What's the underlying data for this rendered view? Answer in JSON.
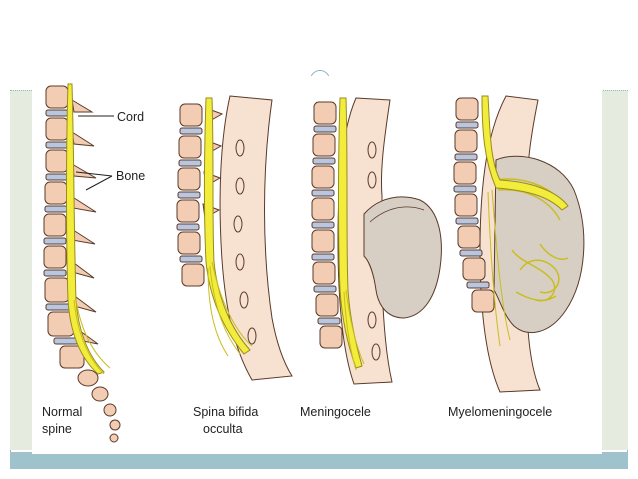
{
  "figure": {
    "labels": {
      "cord": "Cord",
      "bone": "Bone"
    },
    "captions": {
      "normal_line1": "Normal",
      "normal_line2": "spine",
      "spina_line1": "Spina bifida",
      "spina_line2": "occulta",
      "meningocele": "Meningocele",
      "myelomeningocele": "Myelomeningocele"
    }
  },
  "colors": {
    "cord": "#f2ec3a",
    "vertebra": "#f3cdb3",
    "disc": "#b9c6e0",
    "tissue": "#f7e1d1",
    "sac": "#d8cfc4",
    "outline": "#5a3a2a"
  }
}
